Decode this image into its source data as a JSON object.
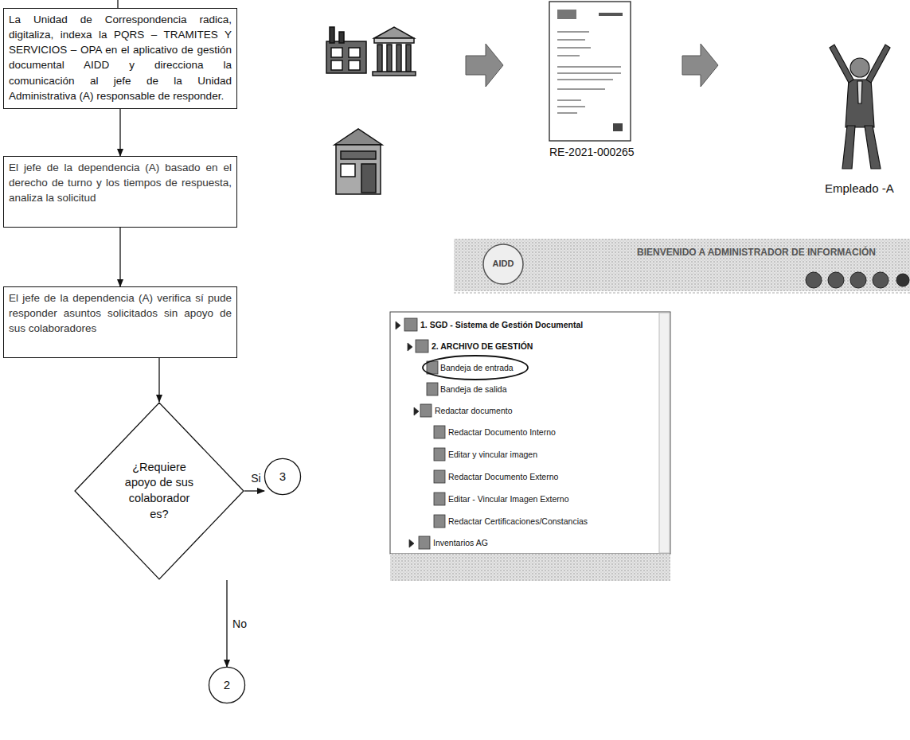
{
  "diagram": {
    "nodes": [
      {
        "text": [
          "La Unidad de Correspondencia radica, digitaliza, indexa la PQRS – TRAMITES Y SERVICIOS – OPA en el aplicativo de gestión documental AIDD y direcciona la comunicación al jefe de la Unidad Administrativa (A) responsable de responder."
        ]
      },
      {
        "text": [
          "El jefe de la dependencia (A) basado en el derecho de turno y los tiempos de respuesta, analiza la solicitud"
        ]
      },
      {
        "text": [
          "El jefe de la dependencia (A) verifica sí pude responder asuntos solicitados sin apoyo de sus colaboradores"
        ]
      },
      {
        "text": [
          "¿Requiere apoyo de sus colaborador es?"
        ]
      },
      {
        "text": [
          "3"
        ]
      },
      {
        "text": [
          "2"
        ]
      }
    ],
    "edges": [
      {
        "from": 0,
        "to": 1,
        "arrow": "to"
      },
      {
        "from": 1,
        "to": 2,
        "arrow": "to"
      },
      {
        "from": 2,
        "to": 3,
        "arrow": "to"
      },
      {
        "from": 3,
        "to": 4,
        "label": "Si",
        "arrow": "to"
      },
      {
        "from": 3,
        "to": 5,
        "label": "No",
        "arrow": "to"
      }
    ],
    "labels": [
      "RE-2021-000265",
      "Empleado -A",
      "AIDD",
      "BIENVENIDO A ADMINISTRADOR DE INFORMACIÓN",
      "1. SGD - Sistema de Gestión Documental",
      "2. ARCHIVO DE GESTIÓN",
      "Bandeja de entrada",
      "Bandeja de salida",
      "Redactar documento",
      "Redactar Documento Interno",
      "Editar y vincular imagen",
      "Redactar Documento Externo",
      "Editar - Vincular Imagen Externo",
      "Redactar Certificaciones/Constancias",
      "Inventarios AG"
    ]
  }
}
